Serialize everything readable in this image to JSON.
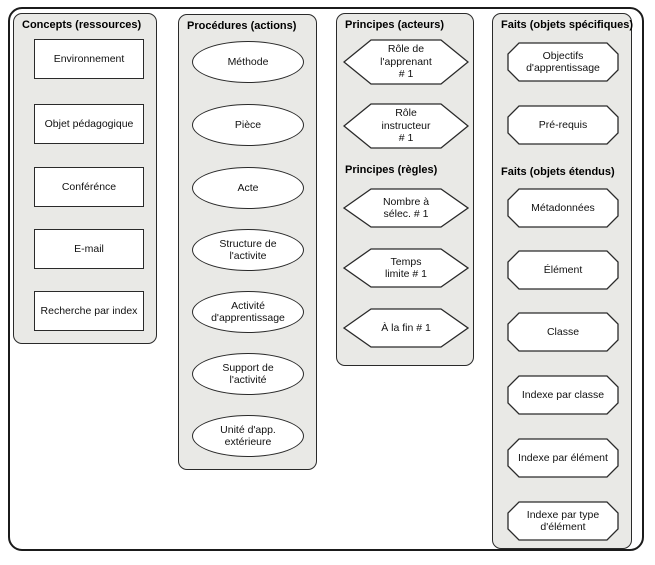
{
  "panels": {
    "concepts": {
      "title": "Concepts (ressources)",
      "items": [
        "Environnement",
        "Objet pédagogique",
        "Conférénce",
        "E-mail",
        "Recherche par index"
      ]
    },
    "procedures": {
      "title": "Procédures (actions)",
      "items": [
        "Méthode",
        "Pièce",
        "Acte",
        "Structure de\nl'activite",
        "Activité\nd'apprentissage",
        "Support de\nl'activité",
        "Unité d'app.\nextérieure"
      ]
    },
    "principes": {
      "title": "Principes (acteurs)",
      "rules_title": "Principes (règles)",
      "actors": [
        "Rôle de\nl'apprenant\n# 1",
        "Rôle\ninstructeur\n# 1"
      ],
      "rules": [
        "Nombre à\nsélec. # 1",
        "Temps\nlimite # 1",
        "À la fin # 1"
      ]
    },
    "faits": {
      "title": "Faits (objets spécifiques)",
      "extended_title": "Faits (objets étendus)",
      "specific": [
        "Objectifs\nd'apprentissage",
        "Pré-requis"
      ],
      "extended": [
        "Métadonnées",
        "Élément",
        "Classe",
        "Indexe par classe",
        "Indexe par élément",
        "Indexe par type\nd'élément"
      ]
    }
  },
  "colors": {
    "panel_fill": "#e9e9e6",
    "node_fill": "#ffffff",
    "stroke": "#2a2a2a",
    "frame_stroke": "#1b1b1b"
  }
}
